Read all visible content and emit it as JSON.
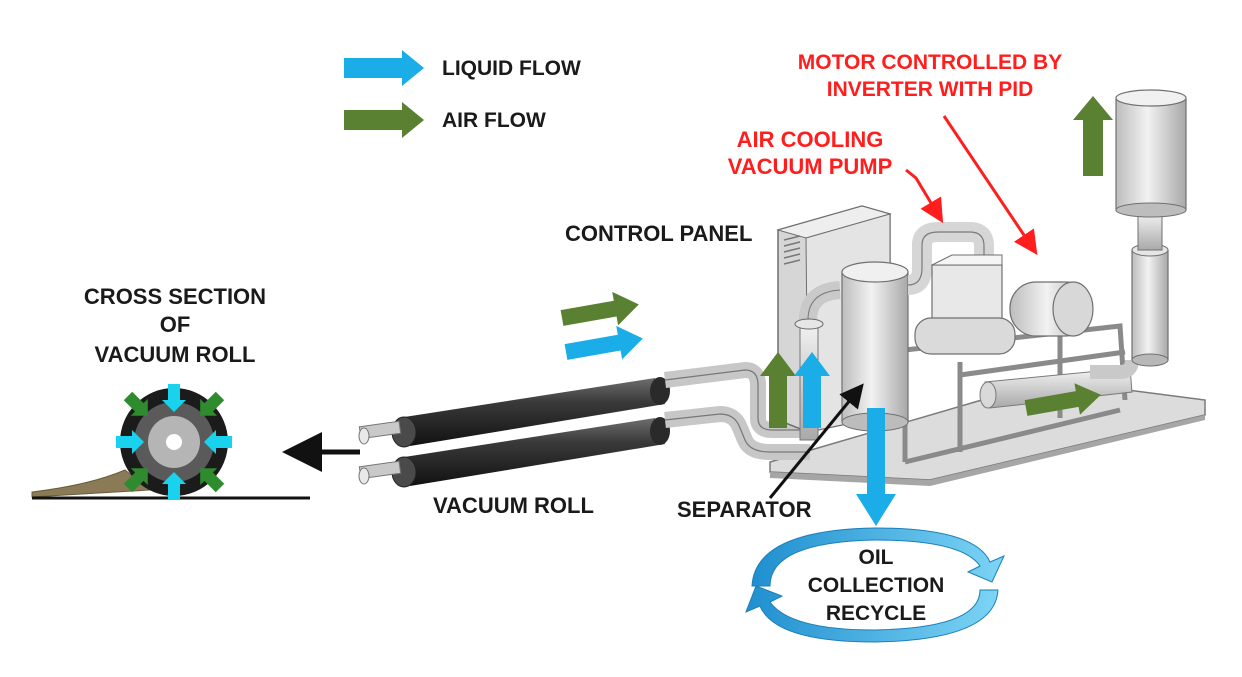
{
  "legend": {
    "liquid_flow": "LIQUID FLOW",
    "air_flow": "AIR FLOW"
  },
  "labels": {
    "cross_section": [
      "CROSS SECTION",
      "OF",
      "VACUUM ROLL"
    ],
    "control_panel": "CONTROL PANEL",
    "air_cooling_pump": [
      "AIR COOLING",
      "VACUUM PUMP"
    ],
    "motor_controlled": [
      "MOTOR CONTROLLED BY",
      "INVERTER WITH PID"
    ],
    "vacuum_roll": "VACUUM ROLL",
    "separator": "SEPARATOR",
    "oil_collection": [
      "OIL",
      "COLLECTION",
      "RECYCLE"
    ]
  },
  "colors": {
    "liquid": "#1AADE8",
    "air": "#5A8132",
    "callout_red": "#FF1E1E",
    "text": "#1A1A1A"
  }
}
